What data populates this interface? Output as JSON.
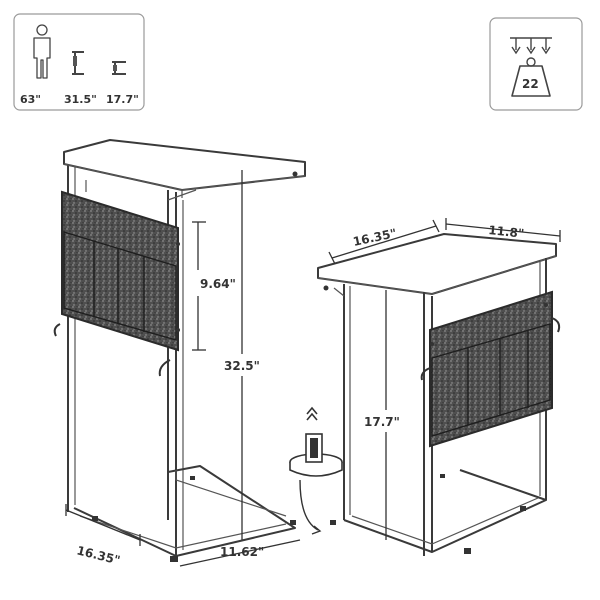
{
  "size_panel": {
    "person_height": "63\"",
    "table_height": "31.5\"",
    "low_height": "17.7\""
  },
  "weight_panel": {
    "capacity": "22"
  },
  "dimensions": {
    "pocket_height": "9.64\"",
    "table_height": "32.5\"",
    "base_depth": "16.35\"",
    "base_width": "11.62\"",
    "top_length": "16.35\"",
    "top_width": "11.8\"",
    "bottom_height": "17.7\""
  },
  "colors": {
    "frame": "#3a3a3a",
    "felt": "#5a5a5a",
    "background": "#ffffff"
  },
  "icons": [
    "person-icon",
    "tall-table-icon",
    "short-table-icon",
    "down-arrows-icon",
    "weight-icon",
    "leveling-foot-icon"
  ]
}
